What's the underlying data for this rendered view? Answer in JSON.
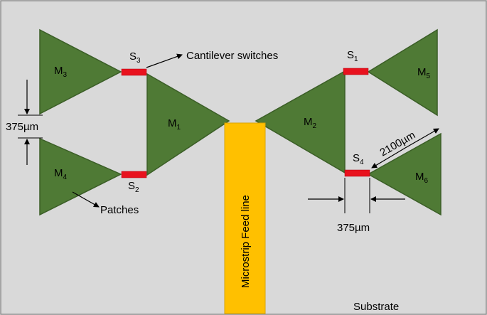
{
  "colors": {
    "substrate": "#d9d9d9",
    "patch": "#4f7a35",
    "patch_stroke": "#3b5e27",
    "switch": "#e8121e",
    "feed": "#ffc000",
    "feed_stroke": "#d9a300",
    "frame": "#8a8a8a",
    "ink": "#000000"
  },
  "patches": {
    "m1": {
      "main": "M",
      "sub": "1"
    },
    "m2": {
      "main": "M",
      "sub": "2"
    },
    "m3": {
      "main": "M",
      "sub": "3"
    },
    "m4": {
      "main": "M",
      "sub": "4"
    },
    "m5": {
      "main": "M",
      "sub": "5"
    },
    "m6": {
      "main": "M",
      "sub": "6"
    }
  },
  "switches": {
    "s1": {
      "main": "S",
      "sub": "1"
    },
    "s2": {
      "main": "S",
      "sub": "2"
    },
    "s3": {
      "main": "S",
      "sub": "3"
    },
    "s4": {
      "main": "S",
      "sub": "4"
    }
  },
  "annotations": {
    "cantilever": "Cantilever switches",
    "patches": "Patches",
    "feed_line": "Microstrip Feed line",
    "substrate": "Substrate",
    "gap_dim": "375µm",
    "switch_dim": "375µm",
    "side_dim": "2100µm"
  }
}
